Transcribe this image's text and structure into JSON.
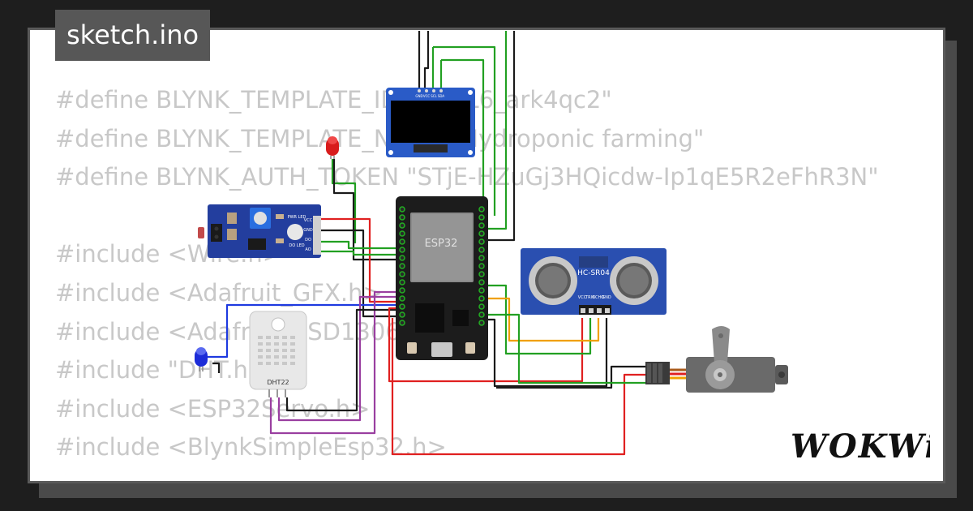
{
  "file": {
    "name": "sketch.ino"
  },
  "code": {
    "lines": [
      "#define BLYNK_TEMPLATE_ID \"TMPL6_ark4qc2\"",
      "#define BLYNK_TEMPLATE_NAME \"Hydroponic farming\"",
      "#define BLYNK_AUTH_TOKEN \"STjE-HZuGj3HQicdw-Ip1qE5R2eFhR3N\"",
      "",
      "#include <Wire.h>",
      "#include <Adafruit_GFX.h>",
      "#include <Adafruit_SSD1306.h>",
      "#include \"DHT.h\"",
      "#include <ESP32Servo.h>",
      "#include <BlynkSimpleEsp32.h>"
    ]
  },
  "components": {
    "oled": {
      "pins": [
        "GND",
        "VCC",
        "SCL",
        "SDA"
      ]
    },
    "esp32": {
      "label": "ESP32"
    },
    "ultrasonic": {
      "label": "HC-SR04",
      "pins": [
        "VCC",
        "TRIG",
        "ECHO",
        "GND"
      ]
    },
    "dht": {
      "label": "DHT22"
    },
    "soil": {
      "pins": [
        "VCC",
        "GND",
        "DO",
        "AO"
      ],
      "led_labels": [
        "PWR LED",
        "DO LED"
      ]
    }
  },
  "brand": {
    "logo": "WOKWi"
  },
  "colors": {
    "background": "#1e1e1e",
    "card": "#ffffff",
    "code_text": "#c8c8c8",
    "filename_bg": "#575757",
    "wire_red": "#e02020",
    "wire_black": "#1a1a1a",
    "wire_green": "#22a022",
    "wire_blue": "#1e3ae0",
    "wire_purple": "#9a3fa0",
    "wire_orange": "#f0a000"
  },
  "icons": [
    "esp32-board-icon",
    "oled-display-icon",
    "ultrasonic-sensor-icon",
    "servo-motor-icon",
    "dht22-sensor-icon",
    "soil-moisture-module-icon",
    "red-led-icon",
    "blue-led-icon"
  ]
}
